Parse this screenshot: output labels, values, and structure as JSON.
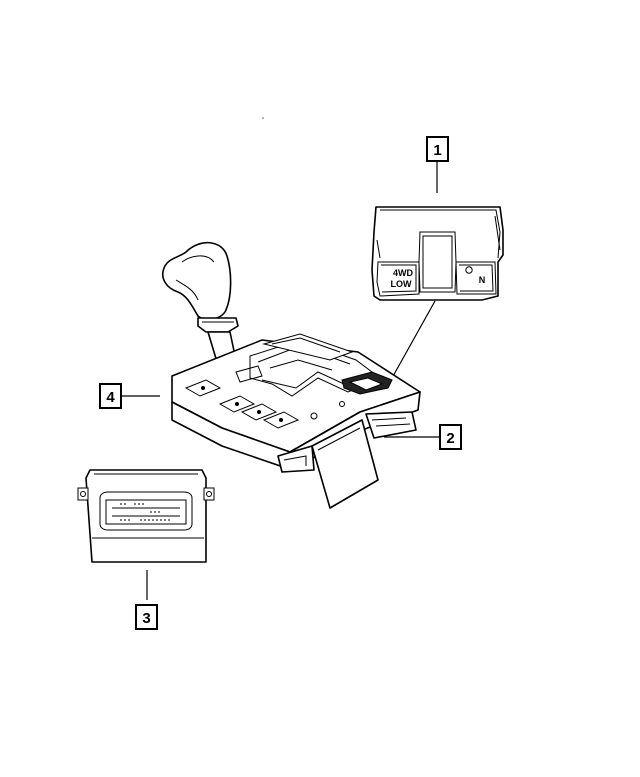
{
  "callouts": [
    {
      "id": "1",
      "label": "1"
    },
    {
      "id": "2",
      "label": "2"
    },
    {
      "id": "3",
      "label": "3"
    },
    {
      "id": "4",
      "label": "4"
    }
  ],
  "switch": {
    "left_line1": "4WD",
    "left_line2": "LOW",
    "right_label": "N"
  }
}
